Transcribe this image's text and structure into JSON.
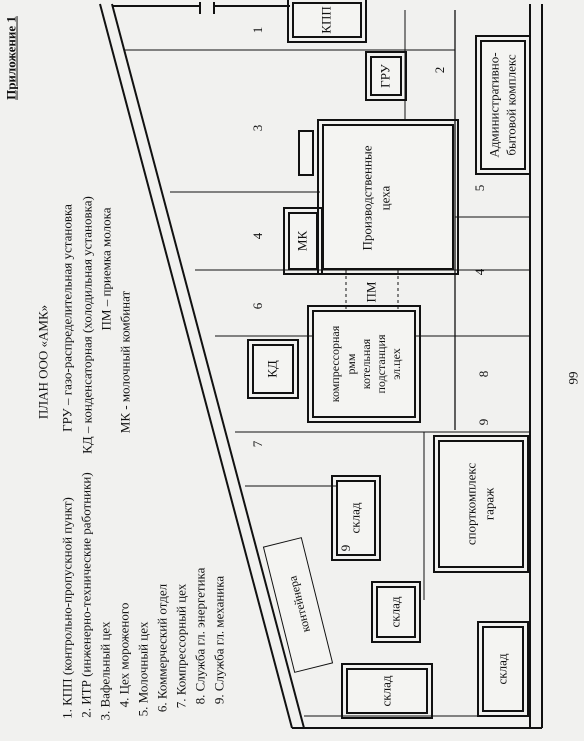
{
  "appendix": "Приложение 1",
  "legend_title": "ПЛАН ООО «АМК»",
  "abbreviations": [
    "ГРУ – газо-распределительная установка",
    "КД – конденсаторная (холодильная установка)",
    "ПМ – приемка молока",
    "МК - молочный комбинат"
  ],
  "numbered_list": [
    "1. КПП (контрольно-пропускной пункт)",
    "2. ИТР (инженерно-технические работники)",
    "3. Вафельный цех",
    "4. Цех мороженого",
    "5. Молочный цех",
    "6. Коммерческий отдел",
    "7. Компрессорный цех",
    "8. Служба гл. энергетика",
    "9. Служба гл. механика"
  ],
  "page_number": "99",
  "buildings": {
    "kpp": "КПП",
    "admin_line1": "Административно-",
    "admin_line2": "бытовой комплекс",
    "gru": "ГРУ",
    "production_line1": "Производственные",
    "production_line2": "цеха",
    "mk": "МК",
    "pm": "ПМ",
    "compressor_line1": "компрессорная",
    "compressor_line2": "рмм",
    "compressor_line3": "котельная",
    "compressor_line4": "подстанция",
    "compressor_line5": "эл.цех",
    "kd": "КД",
    "sklad_1": "склад",
    "sklad_2": "склад",
    "sklad_3": "склад",
    "sklad_4": "склад",
    "sport_line1": "спорткомплекс",
    "sport_line2": "гараж",
    "containers": "контейнера"
  },
  "zone_numbers": {
    "n1": "1",
    "n2": "2",
    "n3": "3",
    "n4a": "4",
    "n4b": "4",
    "n5": "5",
    "n6": "6",
    "n7": "7",
    "n8": "8",
    "n9a": "9",
    "n9b": "9"
  }
}
